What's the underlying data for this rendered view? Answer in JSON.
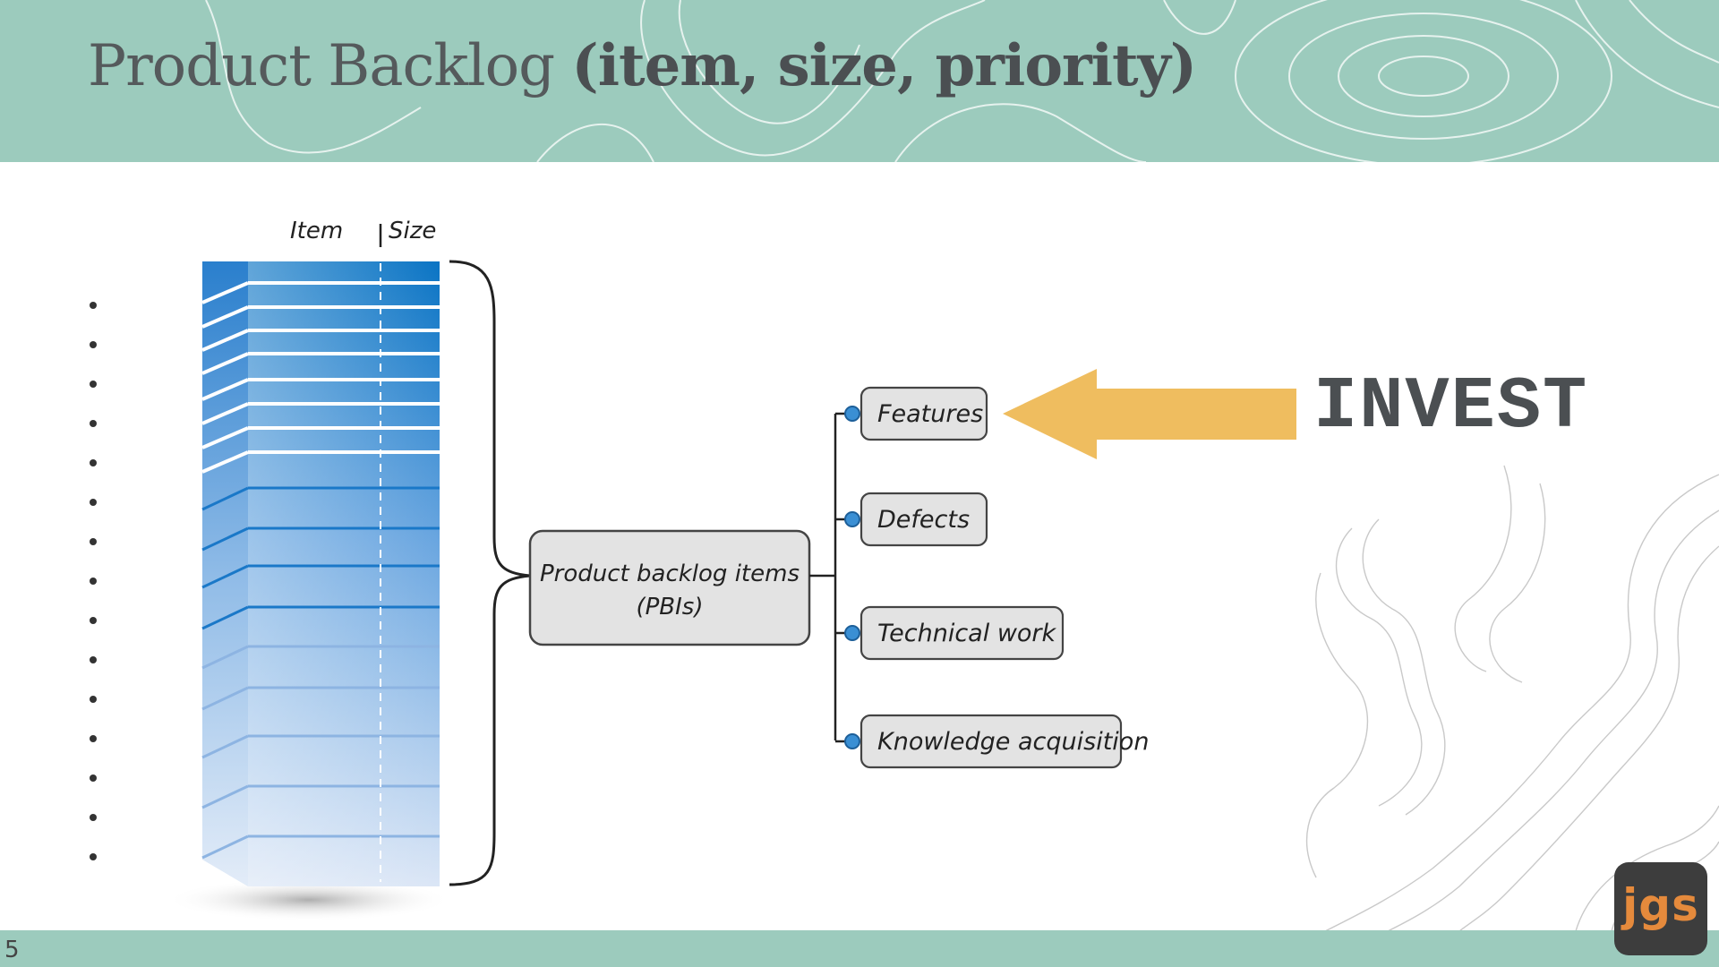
{
  "slide": {
    "title_main": "Product Backlog ",
    "title_bold": "(item, size, priority)",
    "slide_number": "5",
    "logo_text": "jgs",
    "invest_label": "INVEST"
  },
  "diagram": {
    "column_headers": {
      "item": "Item",
      "size": "Size"
    },
    "backlog_box_line1": "Product backlog items",
    "backlog_box_line2": "(PBIs)",
    "categories": [
      "Features",
      "Defects",
      "Technical work",
      "Knowledge acquisition"
    ],
    "bullet_count": 15
  },
  "colors": {
    "header_bg": "#9ccbbd",
    "arrow": "#efbd5f",
    "stack_dark": "#0a74c4",
    "stack_light": "#dbe6f6",
    "node_fill": "#e3e3e3",
    "node_dot": "#3a8fd4"
  }
}
